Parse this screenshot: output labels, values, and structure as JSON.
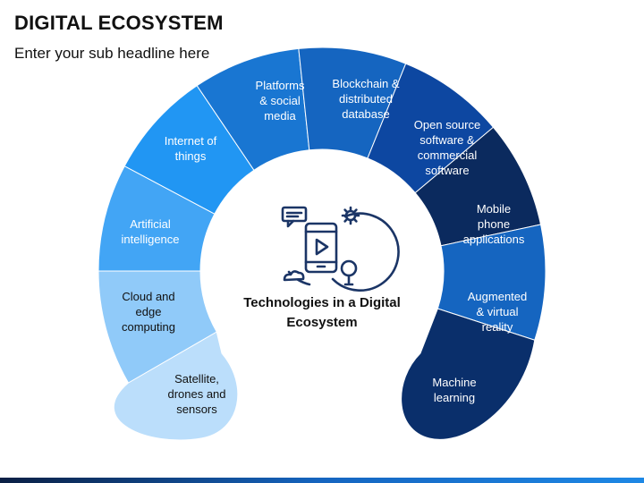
{
  "header": {
    "title": "DIGITAL ECOSYSTEM",
    "subtitle": "Enter your sub headline here"
  },
  "center": {
    "title": "Technologies in a Digital Ecosystem",
    "icon": "smartphone-play-icon"
  },
  "segments": [
    {
      "id": "satellite",
      "lines": [
        "Satellite,",
        "drones and",
        "sensors"
      ],
      "color": "#bbdefb",
      "text_color": "#111111"
    },
    {
      "id": "cloud",
      "lines": [
        "Cloud and",
        "edge",
        "computing"
      ],
      "color": "#90caf9",
      "text_color": "#111111"
    },
    {
      "id": "ai",
      "lines": [
        "Artificial",
        "intelligence"
      ],
      "color": "#42a5f5",
      "text_color": "#ffffff"
    },
    {
      "id": "iot",
      "lines": [
        "Internet of",
        "things"
      ],
      "color": "#2196f3",
      "text_color": "#ffffff"
    },
    {
      "id": "platforms",
      "lines": [
        "Platforms",
        "& social",
        "media"
      ],
      "color": "#1976d2",
      "text_color": "#ffffff"
    },
    {
      "id": "blockchain",
      "lines": [
        "Blockchain &",
        "distributed",
        "database"
      ],
      "color": "#1565c0",
      "text_color": "#ffffff"
    },
    {
      "id": "opensource",
      "lines": [
        "Open source",
        "software &",
        "commercial",
        "software"
      ],
      "color": "#0d47a1",
      "text_color": "#ffffff"
    },
    {
      "id": "mobile",
      "lines": [
        "Mobile",
        "phone",
        "applications"
      ],
      "color": "#0b2a5e",
      "text_color": "#ffffff"
    },
    {
      "id": "ar",
      "lines": [
        "Augmented",
        "& virtual",
        "reality"
      ],
      "color": "#1565c0",
      "text_color": "#ffffff"
    },
    {
      "id": "ml",
      "lines": [
        "Machine",
        "learning"
      ],
      "color": "#0a2f6b",
      "text_color": "#ffffff"
    }
  ]
}
